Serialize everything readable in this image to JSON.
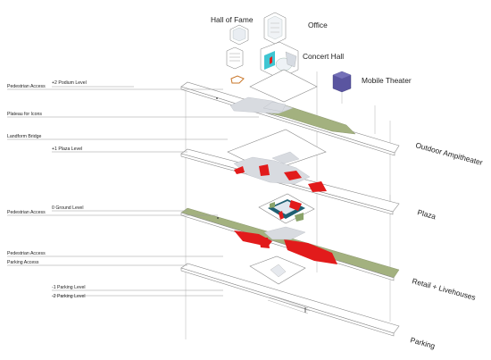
{
  "diagram": {
    "program_labels": {
      "hall_of_fame": "Hall of Fame",
      "office": "Office",
      "concert_hall": "Concert Hall",
      "mobile_theater": "Mobile Theater",
      "outdoor_amphitheater": "Outdoor Ampitheater",
      "plaza": "Plaza",
      "retail_livehouses": "Retail + Livehouses",
      "parking": "Parking"
    },
    "level_labels": {
      "podium": "+2 Podium Level",
      "plaza_level": "+1 Plaza Level",
      "ground": "0 Ground Level",
      "parking_1": "-1 Parking Level",
      "parking_2": "-2 Parking Level"
    },
    "annotations": {
      "pedestrian_access_top": "Pedestrian Access",
      "plateau_for_icons": "Plateau for Icons",
      "landform_bridge": "Landform Bridge",
      "pedestrian_access_ground": "Pedestrian Access",
      "pedestrian_access_lower": "Pedestrian Access",
      "parking_access": "Parking Access"
    },
    "colors": {
      "green_roof": "#a3b17f",
      "program_red": "#e21b1b",
      "mobile_theater_blue": "#5a55a0",
      "concert_hall_cyan": "#3fc6d2"
    }
  }
}
